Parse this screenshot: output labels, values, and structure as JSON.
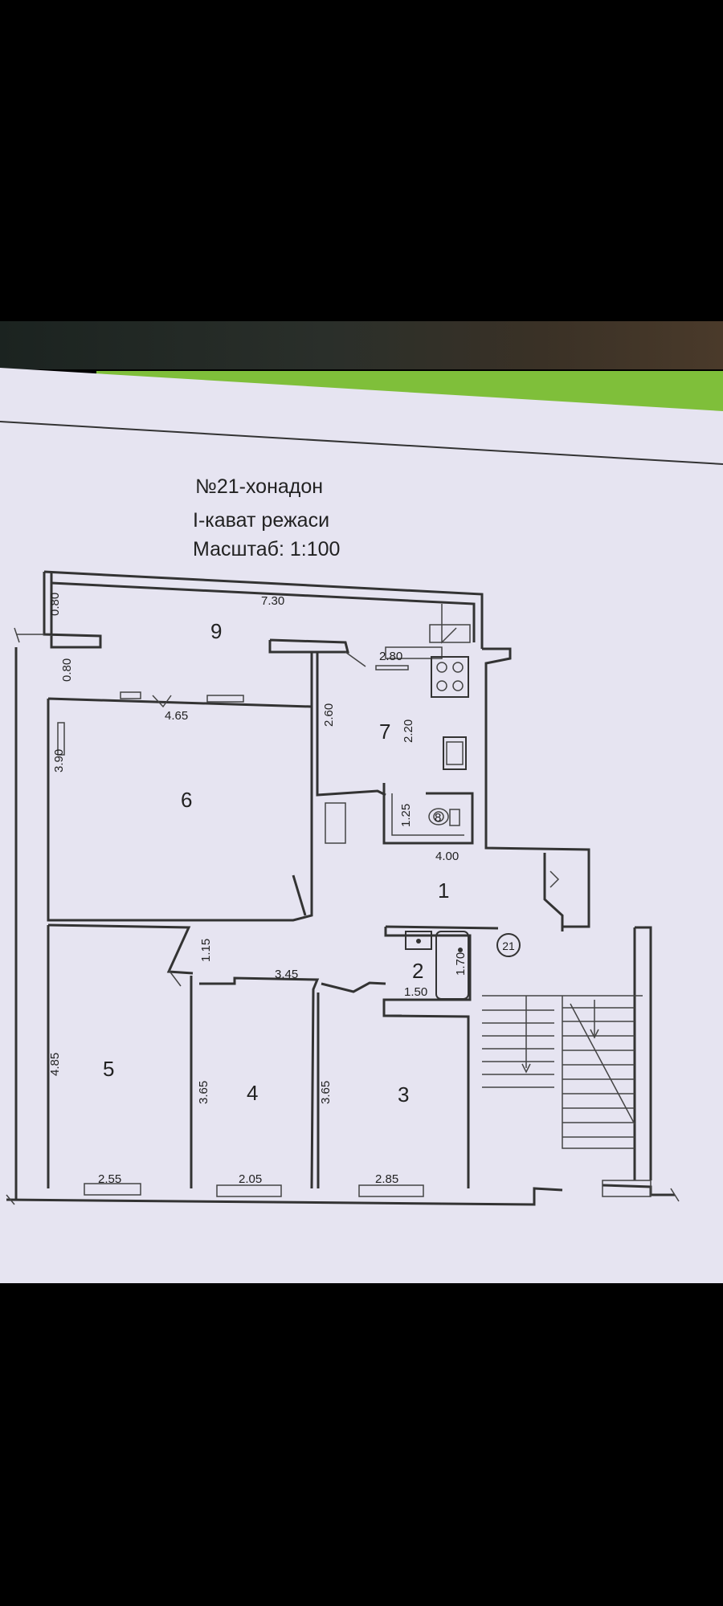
{
  "title": {
    "line1": "№21-хонадон",
    "line2": "I-кават режаси",
    "line3": "Масштаб: 1:100"
  },
  "dimensions": {
    "d_730": "7.30",
    "d_080_a": "0.80",
    "d_080_b": "0.80",
    "d_280": "2.80",
    "d_465": "4.65",
    "d_260": "2.60",
    "d_220": "2.20",
    "d_390": "3.90",
    "d_125": "1.25",
    "d_400": "4.00",
    "d_115": "1.15",
    "d_345": "3.45",
    "d_170": "1.70",
    "d_150": "1.50",
    "d_485": "4.85",
    "d_365_a": "3.65",
    "d_365_b": "3.65",
    "d_255": "2.55",
    "d_205": "2.05",
    "d_285": "2.85"
  },
  "rooms": {
    "r1": "1",
    "r2": "2",
    "r3": "3",
    "r4": "4",
    "r5": "5",
    "r6": "6",
    "r7": "7",
    "r8": "8",
    "r9": "9"
  },
  "apartment_marker": "21",
  "colors": {
    "paper": "#e6e4f1",
    "green_strip": "#7fbf3a",
    "background": "#000000"
  }
}
